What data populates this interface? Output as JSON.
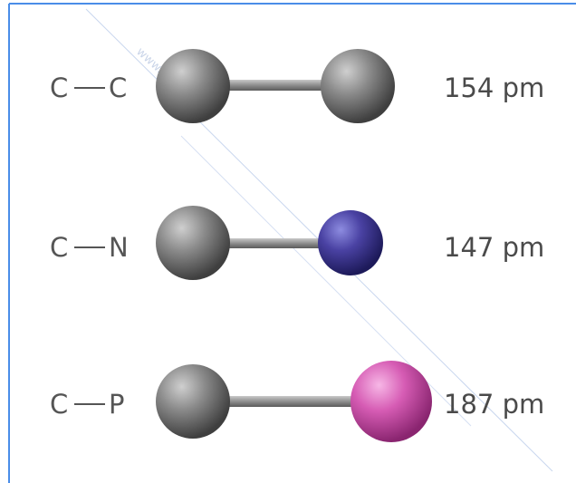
{
  "watermark": {
    "text": "www.c...cs.it"
  },
  "colors": {
    "border": "#4a8de8",
    "bond": "#8e8e8e",
    "carbon": "#7a7a7a",
    "nitrogen": "#4a42a3",
    "phosphorus": "#d65cb4"
  },
  "bonds": [
    {
      "label_a": "C",
      "label_b": "C",
      "length": "154 pm",
      "atom2": "carbon"
    },
    {
      "label_a": "C",
      "label_b": "N",
      "length": "147 pm",
      "atom2": "nitrogen"
    },
    {
      "label_a": "C",
      "label_b": "P",
      "length": "187 pm",
      "atom2": "phosphorus"
    }
  ]
}
